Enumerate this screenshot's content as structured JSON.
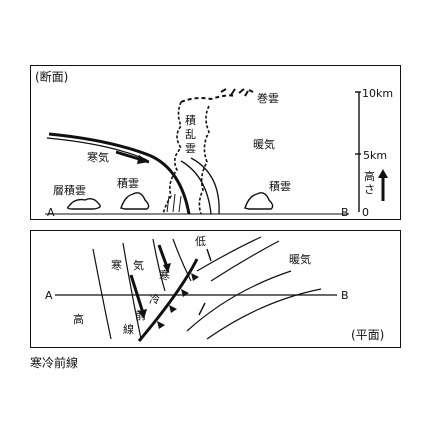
{
  "section": {
    "heading": "(断面)",
    "cirrus": "巻雲",
    "cumulonimbus": [
      "積",
      "乱",
      "雲"
    ],
    "warm_air": "暖気",
    "cold_air": "寒気",
    "stratocumulus": "層積雲",
    "cumulus_left": "積雲",
    "cumulus_right": "積雲",
    "point_a": "A",
    "point_b": "B",
    "scale_top": "10km",
    "scale_mid": "5km",
    "scale_zero": "0",
    "height_label": [
      "高",
      "さ"
    ]
  },
  "plan": {
    "heading": "(平面)",
    "low": "低",
    "cold_air": [
      "寒",
      "気"
    ],
    "warm_air": "暖気",
    "high": "高",
    "front_label": [
      "寒",
      "冷",
      "前",
      "線"
    ],
    "point_a": "A",
    "point_b": "B"
  },
  "caption": "寒冷前線"
}
